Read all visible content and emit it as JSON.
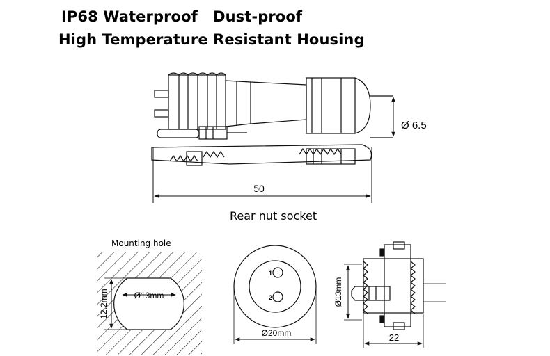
{
  "header": {
    "line1": "IP68 Waterproof   Dust-proof",
    "line2": "High Temperature Resistant Housing"
  },
  "connector_side_view": {
    "caption": "Rear nut socket",
    "length_dim": "50",
    "cable_dim": "Ø 6.5"
  },
  "mounting_hole": {
    "caption": "Mounting hole",
    "height_dim": "12.2mm",
    "diameter_dim": "Ø13mm"
  },
  "front_face": {
    "pin_1": "1",
    "pin_2": "2",
    "diameter_dim": "Ø20mm"
  },
  "side_profile": {
    "thread_dim": "Ø13mm",
    "length_dim": "22"
  }
}
